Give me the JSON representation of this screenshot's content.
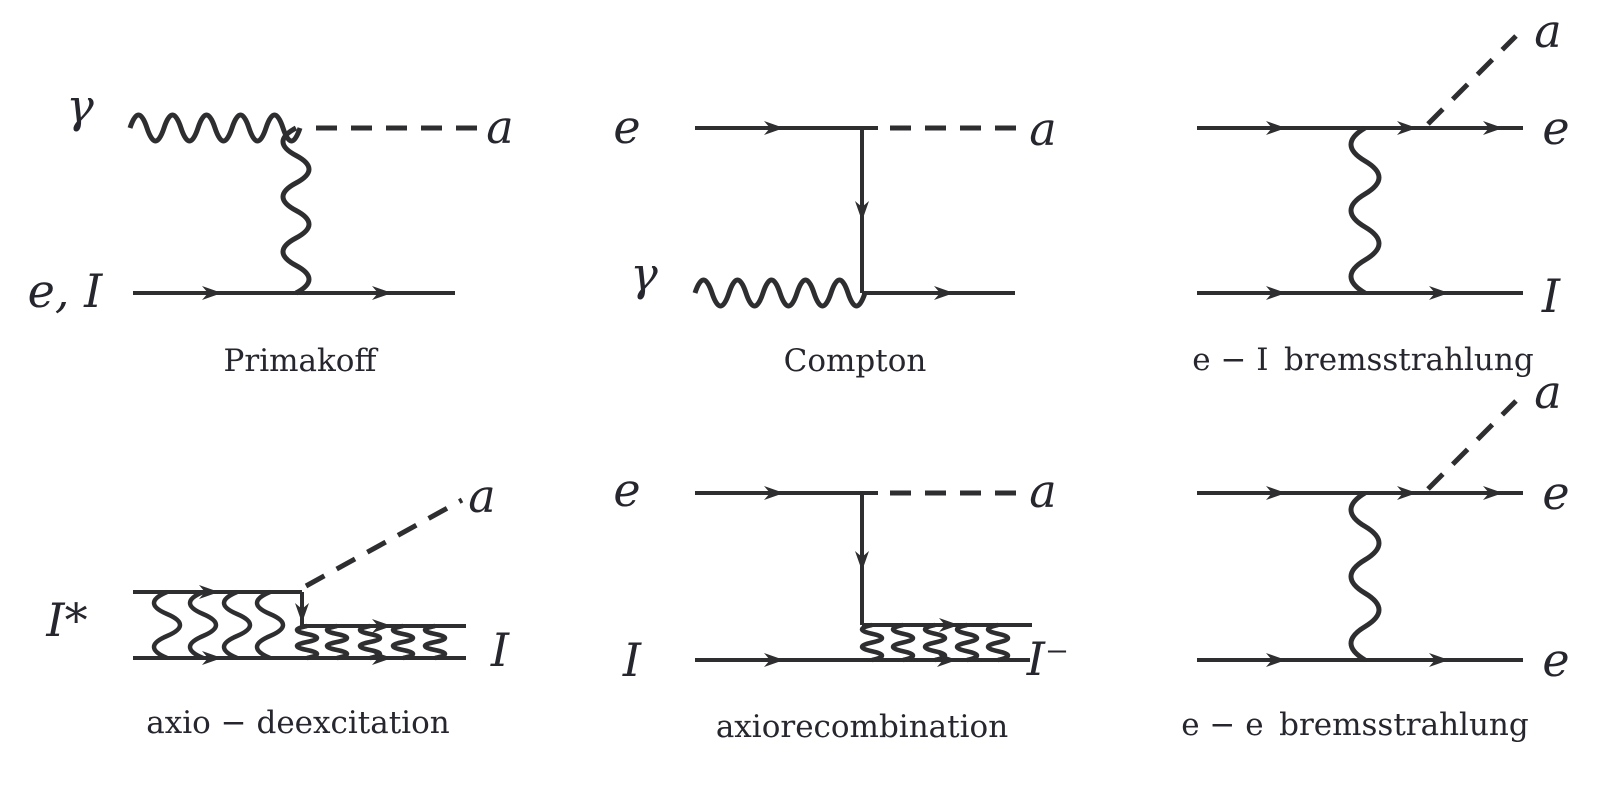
{
  "figure": {
    "background": "#ffffff",
    "line_color": "#2e2e31",
    "text_color": "#26262e"
  },
  "diagrams": [
    {
      "id": "primakoff",
      "caption": "Primakoff",
      "labels": {
        "photon": "γ",
        "fermion": "e, I",
        "axion": "a"
      }
    },
    {
      "id": "compton",
      "caption": "Compton",
      "labels": {
        "electron": "e",
        "photon": "γ",
        "axion": "a"
      }
    },
    {
      "id": "e-I-bremsstrahlung",
      "caption": "e − I bremsstrahlung",
      "labels": {
        "axion": "a",
        "electron": "e",
        "ion": "I"
      }
    },
    {
      "id": "axio-deexcitation",
      "caption": "axio − deexcitation",
      "labels": {
        "excited_ion": "I*",
        "axion": "a",
        "ion": "I"
      }
    },
    {
      "id": "axiorecombination",
      "caption": "axiorecombination",
      "labels": {
        "electron": "e",
        "ion_in": "I",
        "axion": "a",
        "ion_out": "I⁻"
      }
    },
    {
      "id": "e-e-bremsstrahlung",
      "caption": "e − e bremsstrahlung",
      "labels": {
        "axion": "a",
        "electron_top": "e",
        "electron_bottom": "e"
      }
    }
  ]
}
